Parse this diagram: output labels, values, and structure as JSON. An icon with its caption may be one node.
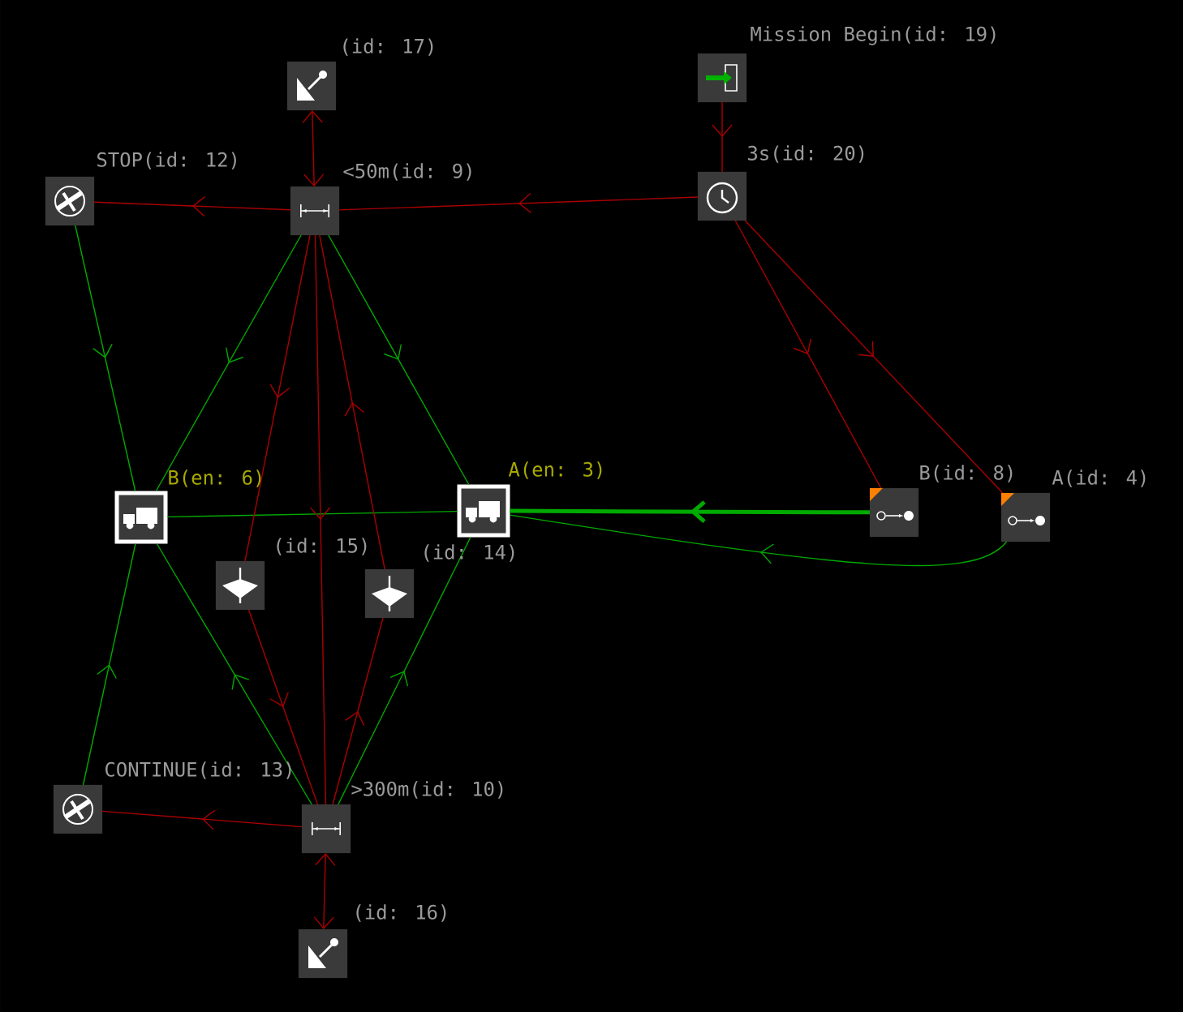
{
  "diagram": {
    "nodes": [
      {
        "text": [
          "Mission Begin(id: 19)"
        ]
      },
      {
        "text": [
          "3s(id: 20)"
        ]
      },
      {
        "text": [
          "<50m(id: 9)"
        ]
      },
      {
        "text": [
          "(id: 17)"
        ]
      },
      {
        "text": [
          "STOP(id: 12)"
        ]
      },
      {
        "text": [
          "B(en: 6)"
        ]
      },
      {
        "text": [
          "A(en: 3)"
        ]
      },
      {
        "text": [
          "B(id: 8)"
        ]
      },
      {
        "text": [
          "A(id: 4)"
        ]
      },
      {
        "text": [
          "(id: 15)"
        ]
      },
      {
        "text": [
          "(id: 14)"
        ]
      },
      {
        "text": [
          "CONTINUE(id: 13)"
        ]
      },
      {
        "text": [
          ">300m(id: 10)"
        ]
      },
      {
        "text": [
          "(id: 16)"
        ]
      }
    ],
    "edges": [
      {
        "from": 0,
        "to": 1,
        "arrow": "to"
      },
      {
        "from": 1,
        "to": 2,
        "arrow": "to"
      },
      {
        "from": 2,
        "to": 4,
        "arrow": "to"
      },
      {
        "from": 2,
        "to": 3,
        "arrow": "both"
      },
      {
        "from": 1,
        "to": 7,
        "arrow": "to"
      },
      {
        "from": 1,
        "to": 8,
        "arrow": "to"
      },
      {
        "from": 7,
        "to": 6,
        "arrow": "to",
        "style": "thick",
        "color": "#00aa00"
      },
      {
        "from": 8,
        "to": 6,
        "arrow": "to",
        "color": "#00aa00"
      },
      {
        "from": 6,
        "to": 5,
        "arrow": "none",
        "color": "#00aa00"
      },
      {
        "from": 2,
        "to": 5,
        "arrow": "to",
        "color": "#00aa00"
      },
      {
        "from": 2,
        "to": 6,
        "arrow": "to",
        "color": "#00aa00"
      },
      {
        "from": 4,
        "to": 5,
        "arrow": "to",
        "color": "#00aa00"
      },
      {
        "from": 11,
        "to": 5,
        "arrow": "to",
        "color": "#00aa00"
      },
      {
        "from": 12,
        "to": 5,
        "arrow": "to",
        "color": "#00aa00"
      },
      {
        "from": 12,
        "to": 6,
        "arrow": "to",
        "color": "#00aa00"
      },
      {
        "from": 2,
        "to": 9,
        "arrow": "to"
      },
      {
        "from": 9,
        "to": 12,
        "arrow": "to"
      },
      {
        "from": 12,
        "to": 10,
        "arrow": "to"
      },
      {
        "from": 10,
        "to": 2,
        "arrow": "to"
      },
      {
        "from": 2,
        "to": 12,
        "arrow": "to"
      },
      {
        "from": 12,
        "to": 11,
        "arrow": "to"
      },
      {
        "from": 12,
        "to": 13,
        "arrow": "both"
      }
    ]
  }
}
